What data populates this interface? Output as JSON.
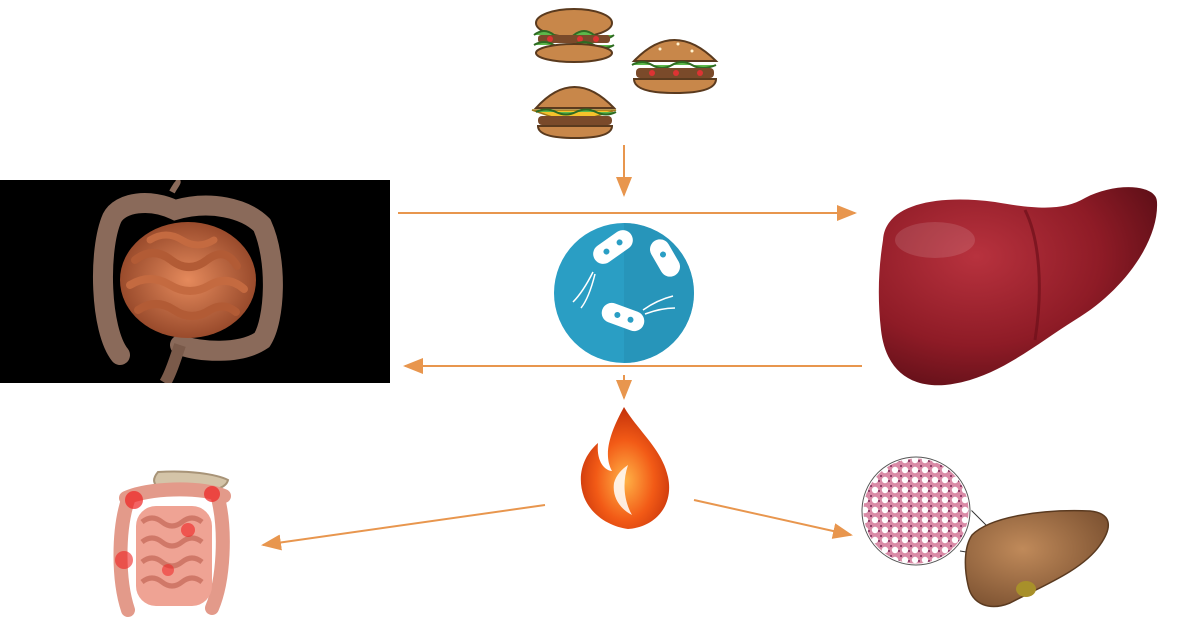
{
  "diagram": {
    "nodes": [
      {
        "id": "burgers",
        "icon": "burgers-icon"
      },
      {
        "id": "intestine",
        "icon": "intestine-icon"
      },
      {
        "id": "bacteria",
        "icon": "bacteria-icon"
      },
      {
        "id": "liver",
        "icon": "liver-icon"
      },
      {
        "id": "inflammation",
        "icon": "flame-icon"
      },
      {
        "id": "inflamed-intestine",
        "icon": "inflamed-intestine-icon"
      },
      {
        "id": "fatty-liver",
        "icon": "fatty-liver-icon"
      }
    ],
    "edges": [
      {
        "from": "burgers",
        "to": "bacteria"
      },
      {
        "from": "intestine",
        "to": "liver"
      },
      {
        "from": "liver",
        "to": "intestine"
      },
      {
        "from": "bacteria",
        "to": "inflammation"
      },
      {
        "from": "inflammation",
        "to": "inflamed-intestine"
      },
      {
        "from": "inflammation",
        "to": "fatty-liver"
      }
    ],
    "colors": {
      "arrow": "#e8964e",
      "bacteria_circle": "#2a9ec4",
      "liver": "#8e1b26",
      "flame": "#f25a16",
      "intestine": "#d9764e",
      "background": "#ffffff"
    }
  }
}
